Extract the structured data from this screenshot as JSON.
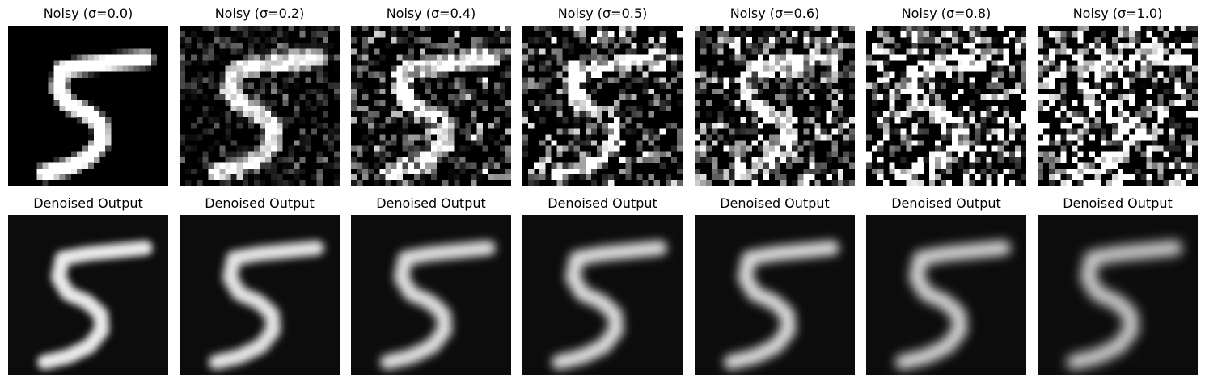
{
  "figure": {
    "rows": [
      {
        "kind": "noisy",
        "panels": [
          {
            "title": "Noisy (σ=0.0)",
            "sigma": 0.0
          },
          {
            "title": "Noisy (σ=0.2)",
            "sigma": 0.2
          },
          {
            "title": "Noisy (σ=0.4)",
            "sigma": 0.4
          },
          {
            "title": "Noisy (σ=0.5)",
            "sigma": 0.5
          },
          {
            "title": "Noisy (σ=0.6)",
            "sigma": 0.6
          },
          {
            "title": "Noisy (σ=0.8)",
            "sigma": 0.8
          },
          {
            "title": "Noisy (σ=1.0)",
            "sigma": 1.0
          }
        ]
      },
      {
        "kind": "denoised",
        "panels": [
          {
            "title": "Denoised Output",
            "sigma": 0.0
          },
          {
            "title": "Denoised Output",
            "sigma": 0.2
          },
          {
            "title": "Denoised Output",
            "sigma": 0.4
          },
          {
            "title": "Denoised Output",
            "sigma": 0.5
          },
          {
            "title": "Denoised Output",
            "sigma": 0.6
          },
          {
            "title": "Denoised Output",
            "sigma": 0.8
          },
          {
            "title": "Denoised Output",
            "sigma": 1.0
          }
        ]
      }
    ],
    "colormap": "gray",
    "colors": {
      "background": "#000000",
      "digit": "#ffffff"
    }
  }
}
